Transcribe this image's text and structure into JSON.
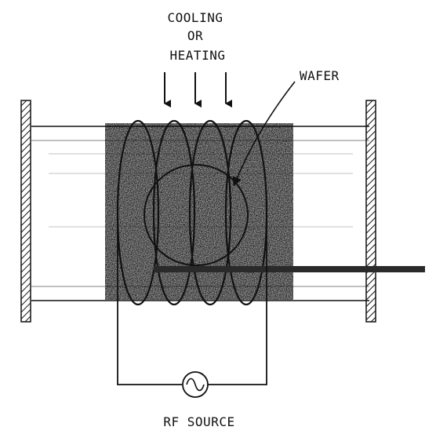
{
  "labels": {
    "cooling": "COOLING",
    "or": "OR",
    "heating": "HEATING",
    "wafer": "WAFER",
    "rf_source": "RF SOURCE"
  },
  "colors": {
    "ink": "#111111",
    "plasma": "#8a8a8a",
    "background": "#ffffff"
  }
}
